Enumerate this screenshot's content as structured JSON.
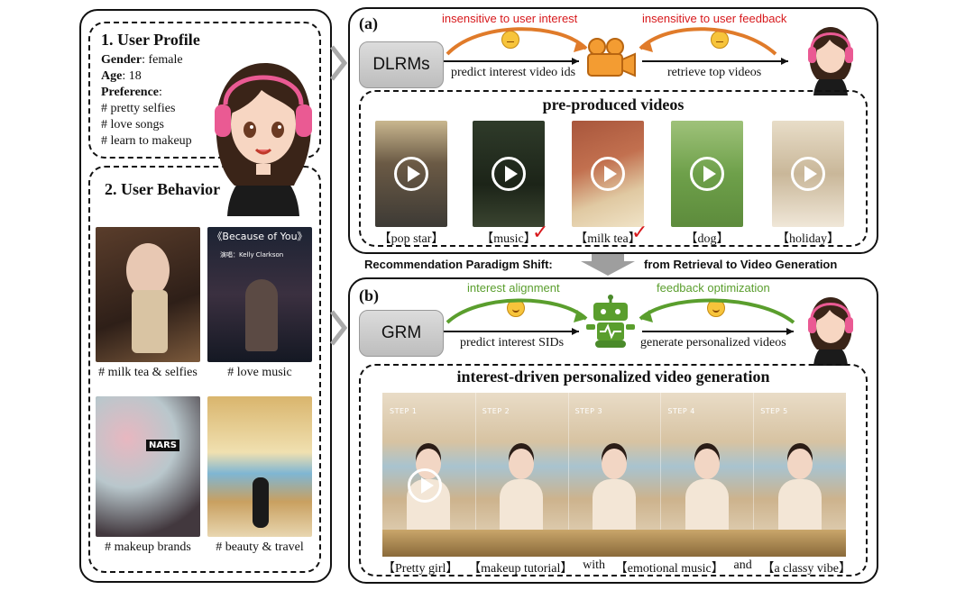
{
  "user_profile": {
    "heading": "1. User Profile",
    "gender_label": "Gender",
    "gender_value": ": female",
    "age_label": "Age",
    "age_value": ": 18",
    "preference_label": "Preference",
    "preference_colon": ":",
    "preferences": [
      "# pretty selfies",
      "# love songs",
      "# learn to makeup"
    ]
  },
  "user_behavior": {
    "heading": "2. User Behavior",
    "items": [
      {
        "caption": "# milk tea & selfies"
      },
      {
        "caption": "# love music",
        "overlay_title": "《Because of You》",
        "overlay_sub": "演唱：Kelly Clarkson"
      },
      {
        "caption": "# makeup brands",
        "overlay_brand": "NARS"
      },
      {
        "caption": "# beauty & travel"
      }
    ]
  },
  "panel_a": {
    "label": "(a)",
    "model": "DLRMs",
    "arrow_left_label": "predict interest video ids",
    "arrow_right_label": "retrieve top videos",
    "critique_left": "insensitive to user interest",
    "critique_right": "insensitive to user feedback",
    "videos_heading": "pre-produced videos",
    "videos": [
      "【pop star】",
      "【music】",
      "【milk tea】",
      "【dog】",
      "【holiday】"
    ],
    "checked": [
      false,
      true,
      true,
      false,
      false
    ]
  },
  "shift": {
    "left": "Recommendation Paradigm Shift:",
    "right": "from Retrieval to Video Generation"
  },
  "panel_b": {
    "label": "(b)",
    "model": "GRM",
    "arrow_left_label": "predict interest SIDs",
    "arrow_right_label": "generate personalized videos",
    "praise_left": "interest alignment",
    "praise_right": "feedback optimization",
    "gen_heading": "interest-driven personalized video generation",
    "steps": [
      "STEP 1",
      "STEP 2",
      "STEP 3",
      "STEP 4",
      "STEP 5"
    ],
    "tags": [
      "【Pretty girl】",
      "【makeup tutorial】",
      "with",
      "【emotional music】",
      "and",
      "【a classy vibe】"
    ]
  },
  "colors": {
    "critique": "#d7191c",
    "praise": "#5a9e2d",
    "arrow_orange": "#e07b2a",
    "arrow_green": "#5a9e2d"
  }
}
